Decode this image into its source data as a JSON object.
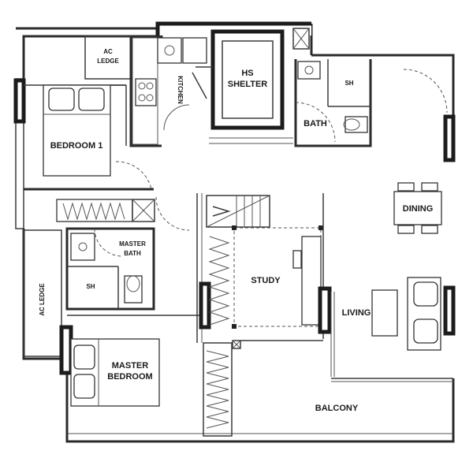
{
  "rooms": {
    "ac_ledge_top_1": "AC",
    "ac_ledge_top_2": "LEDGE",
    "kitchen": "KITCHEN",
    "hs_shelter_1": "HS",
    "hs_shelter_2": "SHELTER",
    "bath": "BATH",
    "sh_top": "SH",
    "dining": "DINING",
    "bedroom1": "BEDROOM 1",
    "master_bath_1": "MASTER",
    "master_bath_2": "BATH",
    "sh_master": "SH",
    "study": "STUDY",
    "living": "LIVING",
    "ac_ledge_side": "AC LEDGE",
    "master_bedroom_1": "MASTER",
    "master_bedroom_2": "BEDROOM",
    "balcony": "BALCONY"
  }
}
